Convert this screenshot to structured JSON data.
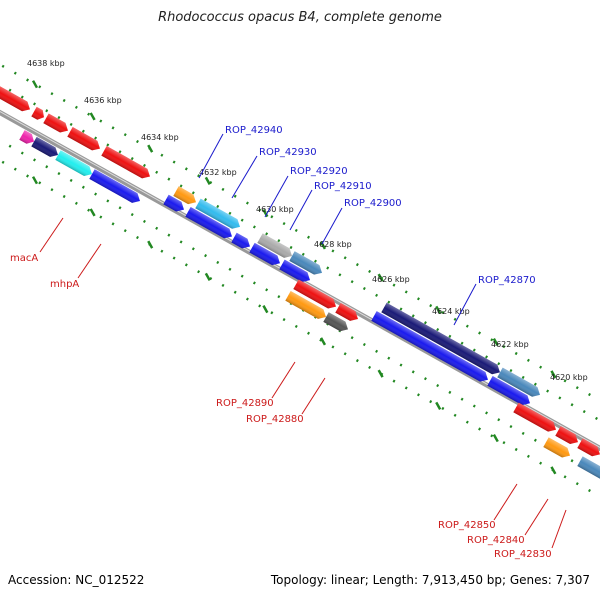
{
  "title": "Rhodococcus opacus B4, complete genome",
  "footer": {
    "accession": "Accession: NC_012522",
    "summary": "Topology: linear; Length: 7,913,450 bp; Genes: 7,307"
  },
  "ticks": [
    {
      "label": "4638 kbp"
    },
    {
      "label": "4636 kbp"
    },
    {
      "label": "4634 kbp"
    },
    {
      "label": "4632 kbp"
    },
    {
      "label": "4630 kbp"
    },
    {
      "label": "4628 kbp"
    },
    {
      "label": "4626 kbp"
    },
    {
      "label": "4624 kbp"
    },
    {
      "label": "4622 kbp"
    },
    {
      "label": "4620 kbp"
    }
  ],
  "top_labels": [
    {
      "label": "ROP_42940",
      "color": "#1a1acc"
    },
    {
      "label": "ROP_42930",
      "color": "#1a1acc"
    },
    {
      "label": "ROP_42920",
      "color": "#1a1acc"
    },
    {
      "label": "ROP_42910",
      "color": "#1a1acc"
    },
    {
      "label": "ROP_42900",
      "color": "#1a1acc"
    },
    {
      "label": "ROP_42870",
      "color": "#1a1acc"
    }
  ],
  "bottom_labels": [
    {
      "label": "macA",
      "color": "#cc1a1a"
    },
    {
      "label": "mhpA",
      "color": "#cc1a1a"
    },
    {
      "label": "ROP_42890",
      "color": "#cc1a1a"
    },
    {
      "label": "ROP_42880",
      "color": "#cc1a1a"
    },
    {
      "label": "ROP_42850",
      "color": "#cc1a1a"
    },
    {
      "label": "ROP_42840",
      "color": "#cc1a1a"
    },
    {
      "label": "ROP_42830",
      "color": "#cc1a1a"
    }
  ],
  "colors": {
    "red": "#ee1111",
    "blue": "#1a1aee",
    "navy": "#1a1a77",
    "cyan": "#22eeee",
    "lightblue": "#33bbee",
    "steelblue": "#4a88bb",
    "orange": "#ff9911",
    "grey": "#aaaaaa",
    "darkgrey": "#555555",
    "magenta": "#ee22aa",
    "tick": "#228822",
    "backbone": "#888888"
  }
}
